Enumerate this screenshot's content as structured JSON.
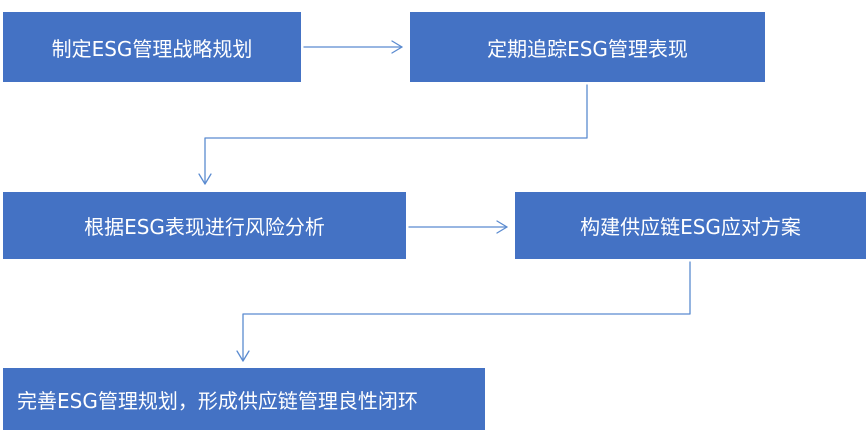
{
  "diagram": {
    "steps": [
      "制定ESG管理战略规划",
      "定期追踪ESG管理表现",
      "根据ESG表现进行风险分析",
      "构建供应链ESG应对方案",
      "完善ESG管理规划，形成供应链管理良性闭环"
    ],
    "colors": {
      "box_fill": "#4472c4",
      "box_text": "#ffffff",
      "connector": "#5b8bd0"
    }
  }
}
